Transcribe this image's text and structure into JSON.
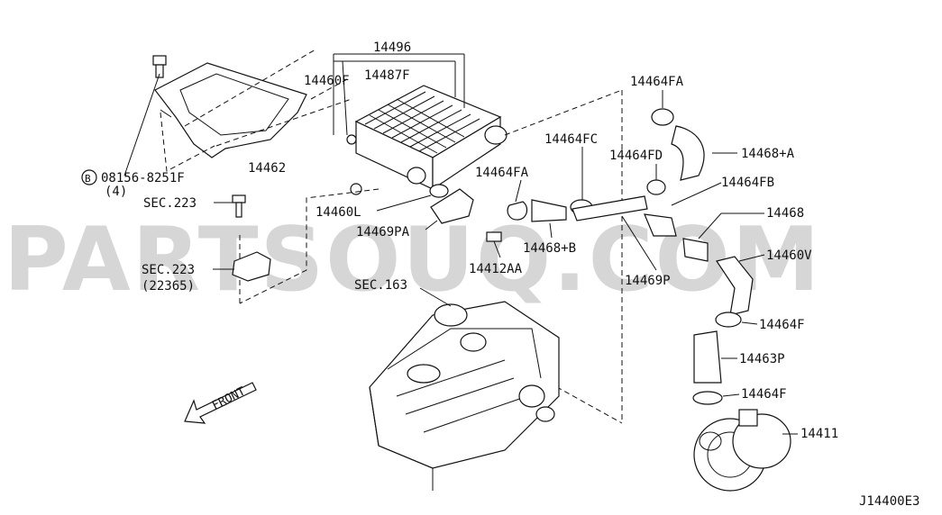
{
  "watermark": "PARTSOUQ.COM",
  "diagram_code": "J14400E3",
  "front_label": "FRONT",
  "labels": {
    "p14496": "14496",
    "p14460F": "14460F",
    "p14487F": "14487F",
    "p08156": "08156-8251F",
    "p08156_qty": "(4)",
    "p08156_prefix": "B",
    "p14462": "14462",
    "sec223a": "SEC.223",
    "sec223b": "SEC.223",
    "sec223b_sub": "(22365)",
    "p14460L": "14460L",
    "p14469PA": "14469PA",
    "p14412AA": "14412AA",
    "p14468B": "14468+B",
    "p14464FA_1": "14464FA",
    "p14464FC": "14464FC",
    "p14464FA_2": "14464FA",
    "p14464FD": "14464FD",
    "p14468A": "14468+A",
    "p14464FB": "14464FB",
    "p14468": "14468",
    "p14460V": "14460V",
    "p14469P": "14469P",
    "sec163": "SEC.163",
    "p14464F_1": "14464F",
    "p14463P": "14463P",
    "p14464F_2": "14464F",
    "p14411": "14411"
  }
}
